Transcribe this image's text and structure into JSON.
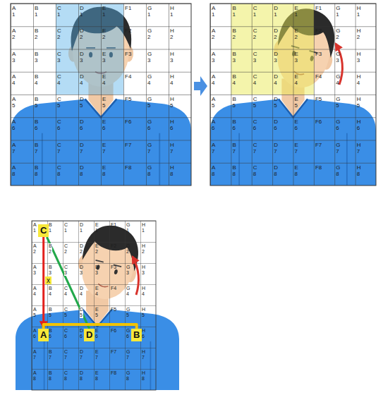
{
  "diagram": {
    "nodes": [
      {
        "text": [
          "C"
        ]
      },
      {
        "text": [
          "A"
        ]
      },
      {
        "text": [
          "D"
        ]
      },
      {
        "text": [
          "B"
        ]
      }
    ],
    "edges": [
      {
        "from": 0,
        "to": 1,
        "arrow": "to"
      },
      {
        "from": 0,
        "to": 2,
        "arrow": "none"
      },
      {
        "from": 1,
        "to": 3,
        "arrow": "none"
      }
    ],
    "labels": [
      "A 1",
      "B 1",
      "C 1",
      "D 1",
      "E 1",
      "F1",
      "G 1",
      "H 1",
      "A 2",
      "B 2",
      "C 2",
      "D 2",
      "E 2",
      "F2",
      "G 2",
      "H 2",
      "A 3",
      "B 3",
      "C 3",
      "D 3",
      "E 3",
      "F3",
      "G 3",
      "H 3",
      "A 4",
      "B 4",
      "C 4",
      "D 4",
      "E 4",
      "F4",
      "G 4",
      "H 4",
      "A 5",
      "B 5",
      "C 5",
      "D 5",
      "E 5",
      "F5",
      "G 5",
      "H 5",
      "A 6",
      "B 6",
      "C 6",
      "D 6",
      "E 6",
      "F6",
      "G 6",
      "H 6",
      "A 7",
      "B 7",
      "C 7",
      "D 7",
      "E 7",
      "F7",
      "G 7",
      "H 7",
      "A 8",
      "B 8",
      "C 8",
      "D 8",
      "E 8",
      "F8",
      "G 8",
      "H 8",
      "A 1",
      "B 1",
      "C 1",
      "D 1",
      "E 1",
      "F1",
      "G 1",
      "H 1",
      "A 2",
      "B 2",
      "C 2",
      "D 2",
      "E 2",
      "F2",
      "G 2",
      "H 2",
      "A 3",
      "B 3",
      "C 3",
      "D 3",
      "E 3",
      "F3",
      "G 3",
      "H 3",
      "A 4",
      "B 4",
      "C 4",
      "D 4",
      "E 4",
      "F4",
      "G 4",
      "H 4",
      "A 5",
      "B 5",
      "C 5",
      "D 5",
      "E 5",
      "F5",
      "G 5",
      "H 5",
      "A 6",
      "B 6",
      "C 6",
      "D 6",
      "E 6",
      "F6",
      "G 6",
      "H 6",
      "A 7",
      "B 7",
      "C 7",
      "D 7",
      "E 7",
      "F7",
      "G 7",
      "H 7",
      "A 8",
      "B 8",
      "C 8",
      "D 8",
      "E 8",
      "F8",
      "G 8",
      "H 8",
      "A 1",
      "B 1",
      "C 1",
      "D 1",
      "E 1",
      "F1",
      "G 1",
      "H 1",
      "A 2",
      "B 2",
      "C 2",
      "D 2",
      "E 2",
      "F2",
      "G 2",
      "H 2",
      "A 3",
      "B 3",
      "C 3",
      "D 3",
      "E 3",
      "F3",
      "G 3",
      "H 3",
      "A 4",
      "B 4",
      "C 4",
      "D 4",
      "E 4",
      "F4",
      "G 4",
      "H 4",
      "A 5",
      "B 5",
      "C 5",
      "D 5",
      "E 5",
      "F5",
      "G 5",
      "H 5",
      "A 6",
      "B 6",
      "C 6",
      "D 6",
      "E 6",
      "F6",
      "G 6",
      "H 6",
      "A 7",
      "B 7",
      "C 7",
      "D 7",
      "E 7",
      "F7",
      "G 7",
      "H 7",
      "A 8",
      "B 8",
      "C 8",
      "D 8",
      "E 8",
      "F8",
      "G 8",
      "H 8",
      "x"
    ]
  }
}
